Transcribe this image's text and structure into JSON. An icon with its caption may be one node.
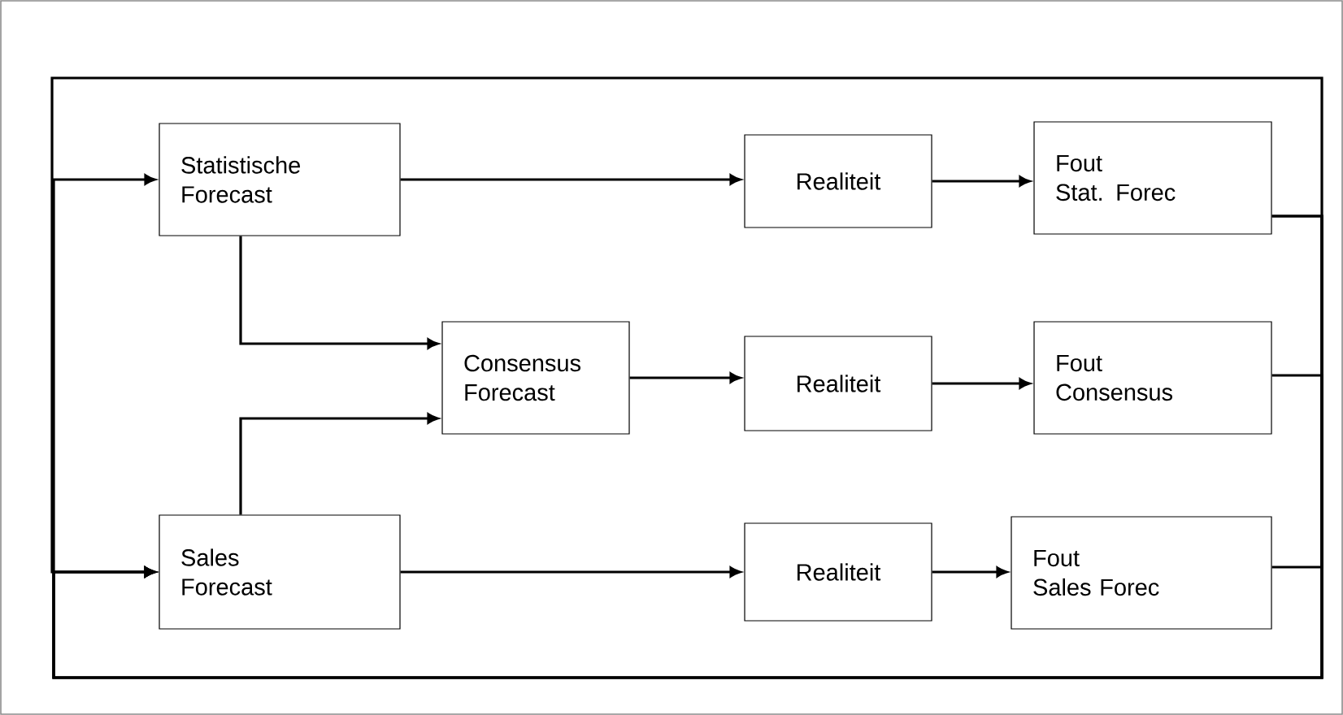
{
  "diagram": {
    "nodes": [
      {
        "text": [
          "Statistische Forecast"
        ]
      },
      {
        "text": [
          "Realiteit"
        ]
      },
      {
        "text": [
          "Fout Stat. Forec"
        ]
      },
      {
        "text": [
          "Consensus Forecast"
        ]
      },
      {
        "text": [
          "Realiteit"
        ]
      },
      {
        "text": [
          "Fout Consensus"
        ]
      },
      {
        "text": [
          "Sales Forecast"
        ]
      },
      {
        "text": [
          "Realiteit"
        ]
      },
      {
        "text": [
          "Fout Sales Forec"
        ]
      }
    ],
    "edges": [
      {
        "from": 0,
        "to": 1,
        "arrow": "to"
      },
      {
        "from": 1,
        "to": 2,
        "arrow": "to"
      },
      {
        "from": 0,
        "to": 3,
        "arrow": "to"
      },
      {
        "from": 6,
        "to": 3,
        "arrow": "to"
      },
      {
        "from": 3,
        "to": 4,
        "arrow": "to"
      },
      {
        "from": 4,
        "to": 5,
        "arrow": "to"
      },
      {
        "from": 6,
        "to": 7,
        "arrow": "to"
      },
      {
        "from": 7,
        "to": 8,
        "arrow": "to"
      },
      {
        "from": 2,
        "to": 0,
        "arrow": "to"
      },
      {
        "from": 2,
        "to": 6,
        "arrow": "to"
      },
      {
        "from": 5,
        "to": 6,
        "arrow": "to"
      },
      {
        "from": 8,
        "to": 6,
        "arrow": "to"
      }
    ]
  }
}
